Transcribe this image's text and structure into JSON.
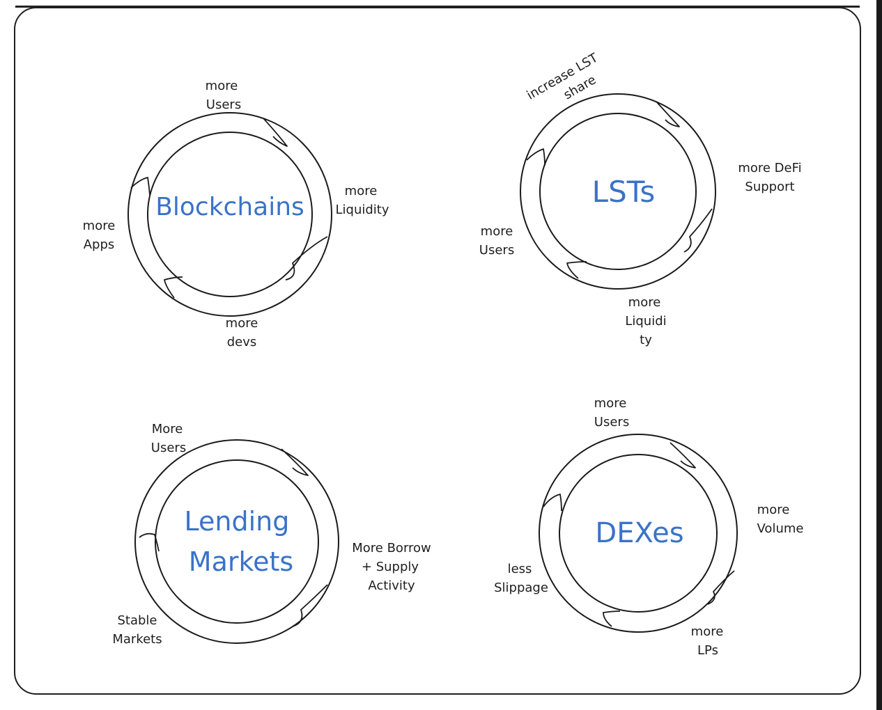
{
  "cycles": [
    {
      "title": [
        "Blockchains"
      ],
      "labels": [
        [
          "more",
          "Users"
        ],
        [
          "more",
          "Liquidity"
        ],
        [
          "more",
          "devs"
        ],
        [
          "more",
          "Apps"
        ]
      ]
    },
    {
      "title": [
        "LSTs"
      ],
      "labels": [
        [
          "increase LST",
          "share"
        ],
        [
          "more DeFi",
          "Support"
        ],
        [
          "more",
          "Liquidi",
          "ty"
        ],
        [
          "more",
          "Users"
        ]
      ]
    },
    {
      "title": [
        "Lending",
        "Markets"
      ],
      "labels": [
        [
          "More",
          "Users"
        ],
        [
          "More Borrow",
          "+ Supply",
          "Activity"
        ],
        [
          "Stable",
          "Markets"
        ]
      ]
    },
    {
      "title": [
        "DEXes"
      ],
      "labels": [
        [
          "more",
          "Users"
        ],
        [
          "more",
          "Volume"
        ],
        [
          "more",
          "LPs"
        ],
        [
          "less",
          "Slippage"
        ]
      ]
    }
  ],
  "colors": {
    "title": "#3a73c8",
    "stroke": "#1a1a1a",
    "text": "#1e1e1e"
  }
}
